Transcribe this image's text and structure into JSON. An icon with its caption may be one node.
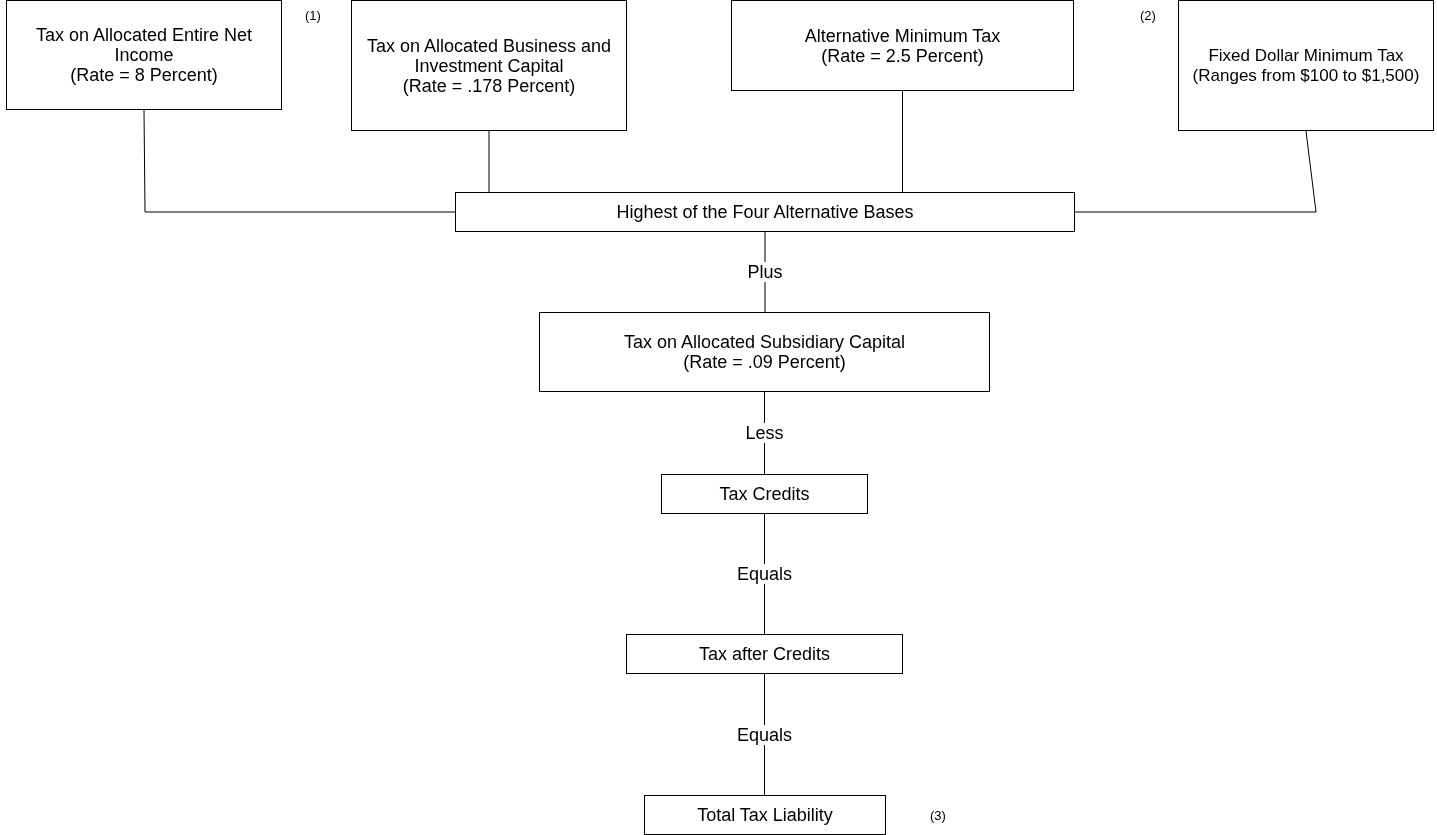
{
  "diagram": {
    "nodes": [
      {
        "text": [
          "Tax on Allocated Entire Net Income",
          "(Rate = 8 Percent)"
        ]
      },
      {
        "text": [
          "Tax on Allocated Business and Investment Capital",
          "(Rate = .178 Percent)"
        ]
      },
      {
        "text": [
          "Alternative Minimum Tax",
          "(Rate = 2.5 Percent)"
        ]
      },
      {
        "text": [
          "Fixed Dollar Minimum Tax",
          "(Ranges from $100 to $1,500)"
        ]
      },
      {
        "text": [
          "Highest of the Four Alternative Bases"
        ]
      },
      {
        "text": [
          "Tax on Allocated Subsidiary Capital",
          "(Rate = .09 Percent)"
        ]
      },
      {
        "text": [
          "Tax Credits"
        ]
      },
      {
        "text": [
          "Tax after Credits"
        ]
      },
      {
        "text": [
          "Total Tax Liability"
        ]
      }
    ],
    "edges": [
      {
        "from": 0,
        "to": 4,
        "arrow": "none"
      },
      {
        "from": 1,
        "to": 4,
        "arrow": "none"
      },
      {
        "from": 2,
        "to": 4,
        "arrow": "none"
      },
      {
        "from": 3,
        "to": 4,
        "arrow": "none"
      },
      {
        "from": 4,
        "to": 5,
        "arrow": "none",
        "label": "Plus"
      },
      {
        "from": 5,
        "to": 6,
        "arrow": "none",
        "label": "Less"
      },
      {
        "from": 6,
        "to": 7,
        "arrow": "none",
        "label": "Equals"
      },
      {
        "from": 7,
        "to": 8,
        "arrow": "none",
        "label": "Equals"
      }
    ],
    "labels": [
      "(1)",
      "(2)",
      "(3)"
    ]
  }
}
